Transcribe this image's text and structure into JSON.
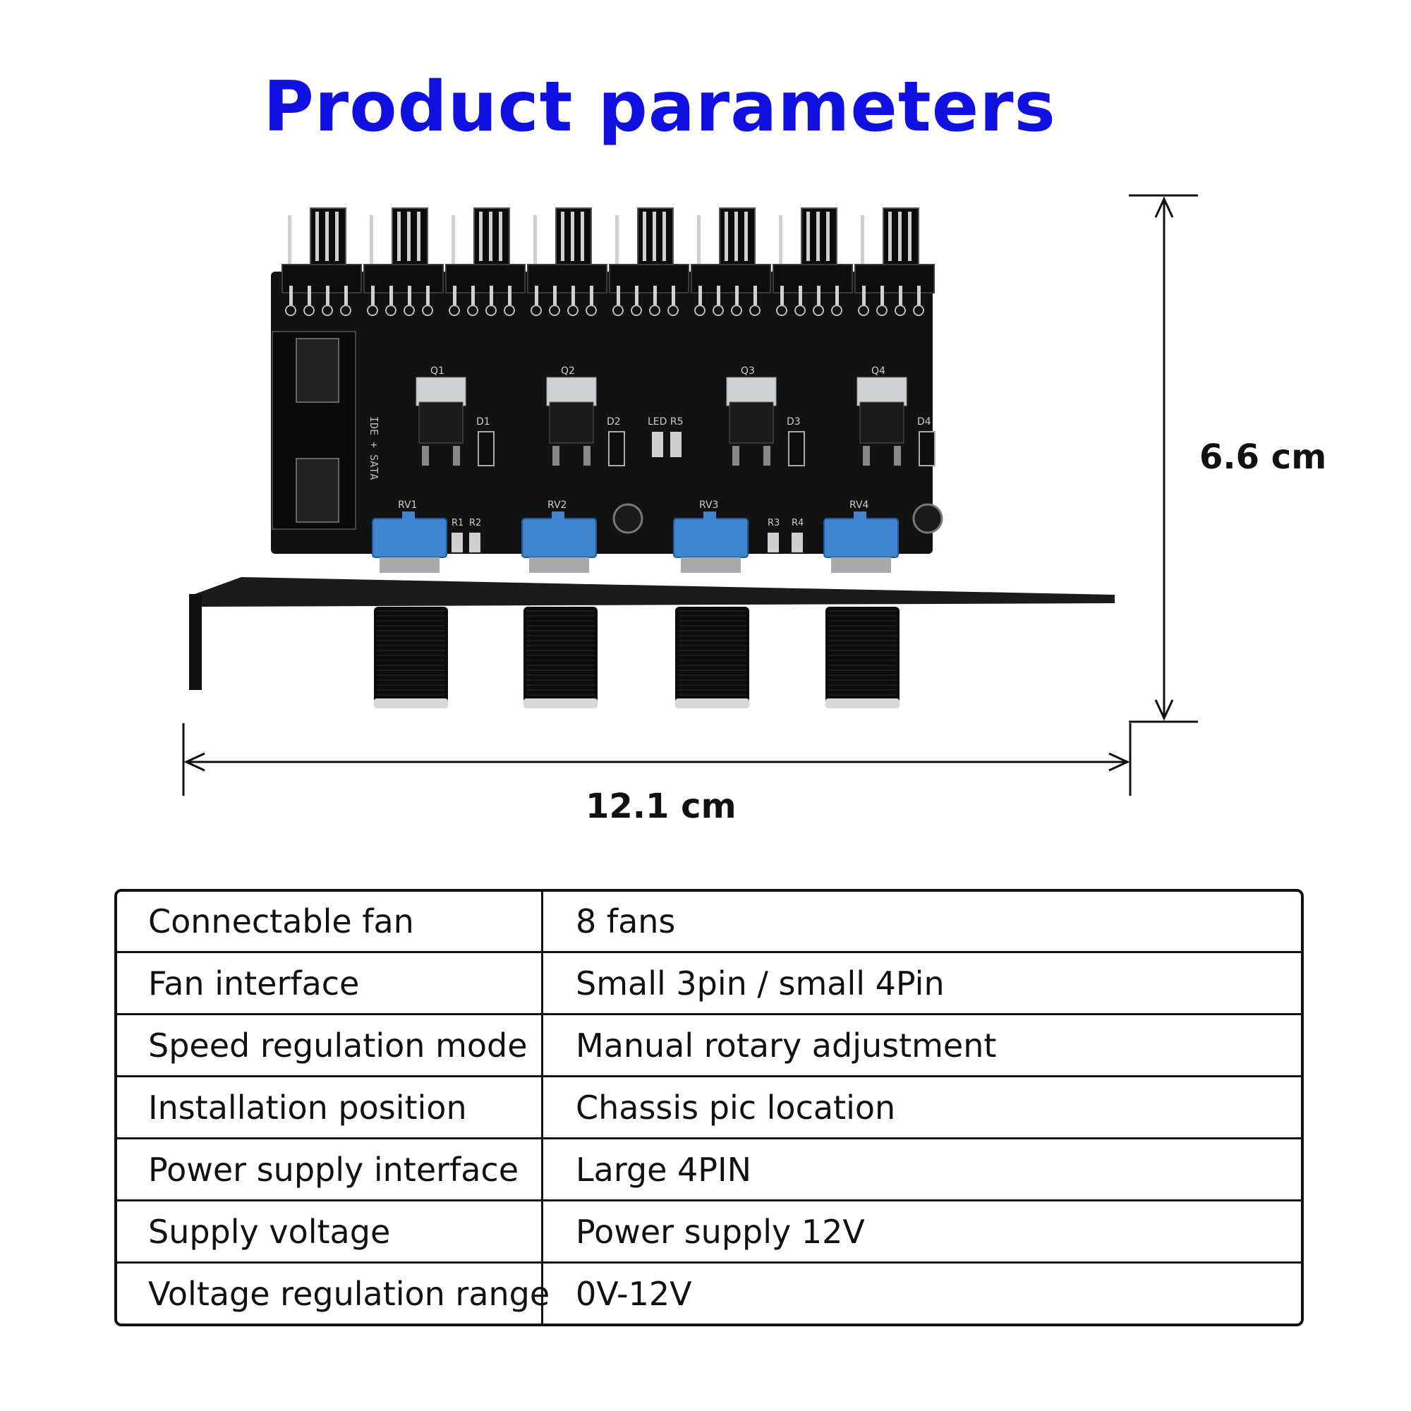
{
  "title": "Product parameters",
  "dimensions": {
    "width": "12.1 cm",
    "height": "6.6 cm"
  },
  "board": {
    "silkscreen": [
      "Q1",
      "Q2",
      "Q3",
      "Q4",
      "D1",
      "D2",
      "D3",
      "D4",
      "LED",
      "R5",
      "RV1",
      "RV2",
      "RV3",
      "RV4",
      "R1",
      "R2",
      "R3",
      "R4",
      "IDE",
      "SATA"
    ],
    "fan_headers": 8,
    "knobs": 4,
    "colors": {
      "pcb": "#111111",
      "potentiometer": "#3f84cf",
      "knob": "#0c0c0c"
    }
  },
  "specs": [
    {
      "label": "Connectable fan",
      "value": "8 fans"
    },
    {
      "label": "Fan interface",
      "value": "Small 3pin / small 4Pin"
    },
    {
      "label": "Speed regulation mode",
      "value": "Manual rotary adjustment"
    },
    {
      "label": "Installation position",
      "value": "Chassis pic location"
    },
    {
      "label": "Power supply interface",
      "value": "Large 4PIN"
    },
    {
      "label": "Supply voltage",
      "value": "Power supply 12V"
    },
    {
      "label": "Voltage regulation range",
      "value": "0V-12V"
    }
  ]
}
